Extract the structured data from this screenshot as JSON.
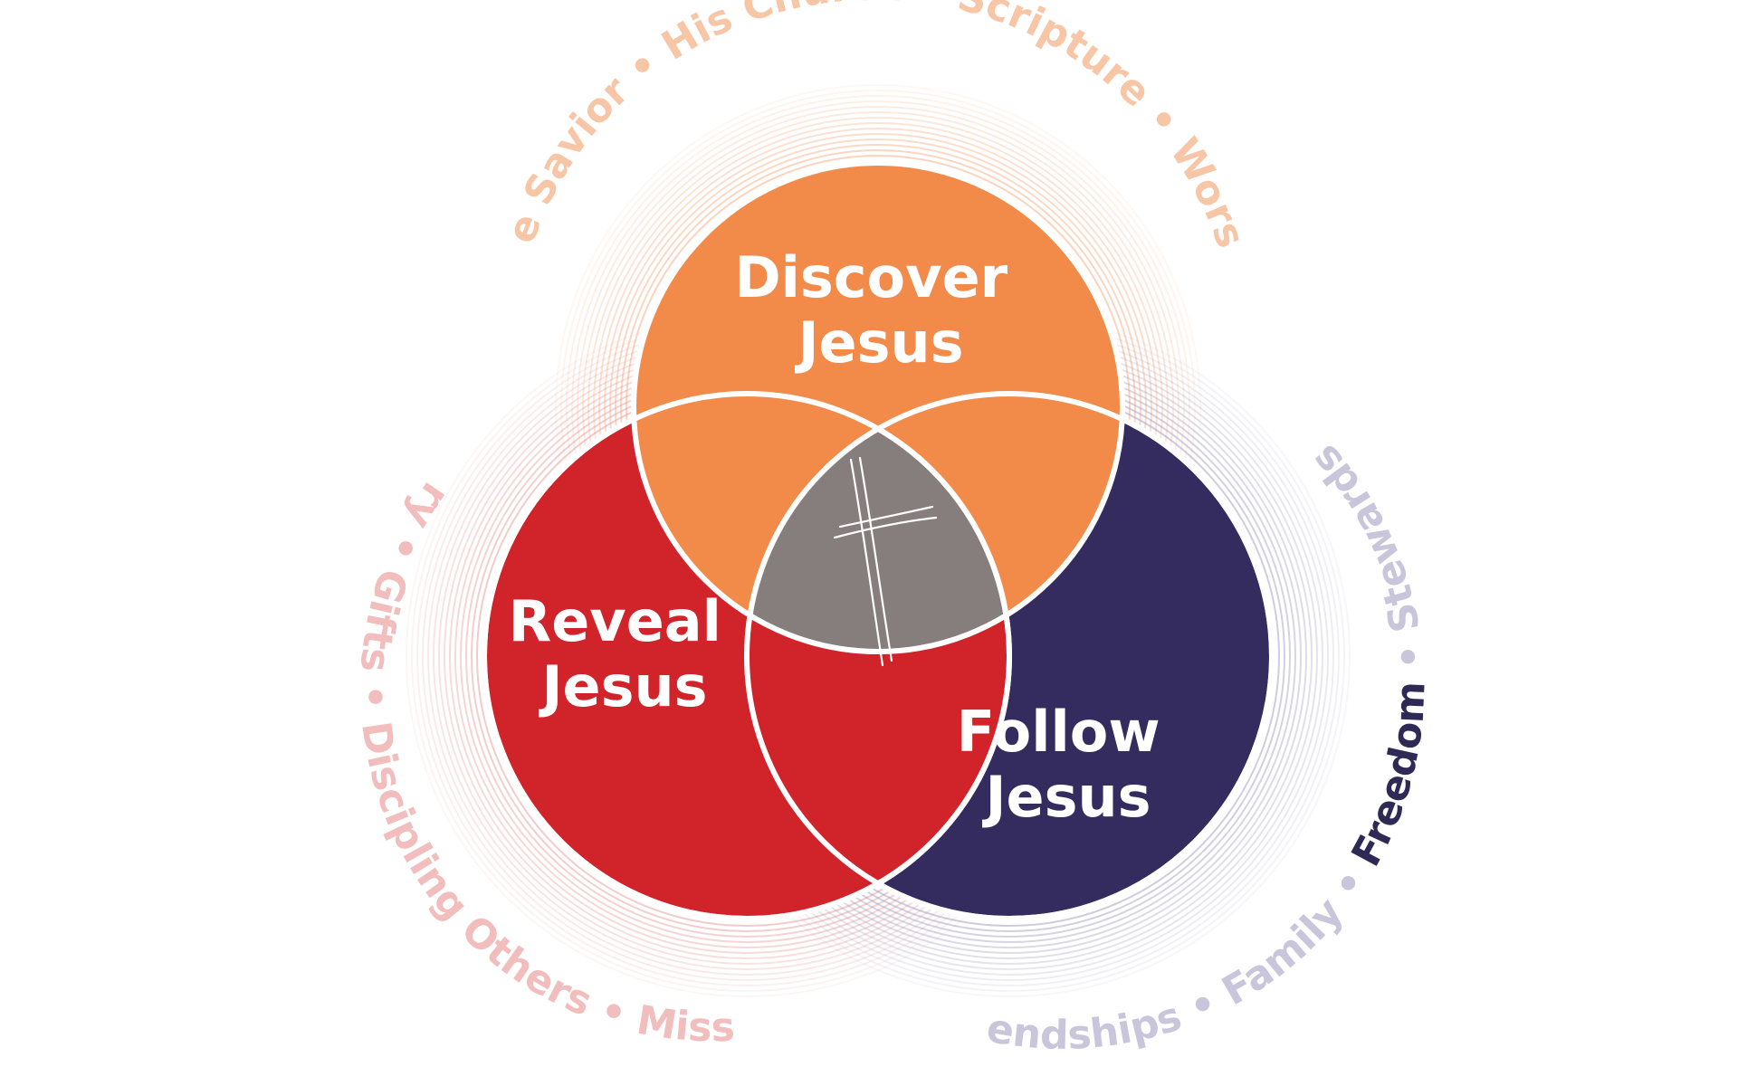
{
  "diagram": {
    "circles": [
      {
        "id": "discover",
        "title_line1": "Discover",
        "title_line2": "Jesus",
        "color": "#F28A4A",
        "ring_color": "#F6B088"
      },
      {
        "id": "reveal",
        "title_line1": "Reveal",
        "title_line2": "Jesus",
        "color": "#D0232A",
        "ring_color": "#E8A0A0"
      },
      {
        "id": "follow",
        "title_line1": "Follow",
        "title_line2": "Jesus",
        "color": "#342C5E",
        "ring_color": "#A7A3C2"
      }
    ],
    "center": {
      "color": "#857E7C",
      "icon": "cross-icon"
    },
    "outer_labels": {
      "discover": {
        "text": "True Savior • His Church • Scripture • Worship",
        "color": "#F6C6A6"
      },
      "reveal": {
        "text": "Story • Gifts • Discipling Others • Mission",
        "color": "#F2BDBD"
      },
      "follow_1": {
        "text": "Friendships • Family •",
        "color": "#C9C6DB"
      },
      "follow_2": {
        "text": "Freedom",
        "color": "#2F2A55"
      },
      "follow_3": {
        "text": "• Stewardship",
        "color": "#C9C6DB"
      }
    }
  }
}
